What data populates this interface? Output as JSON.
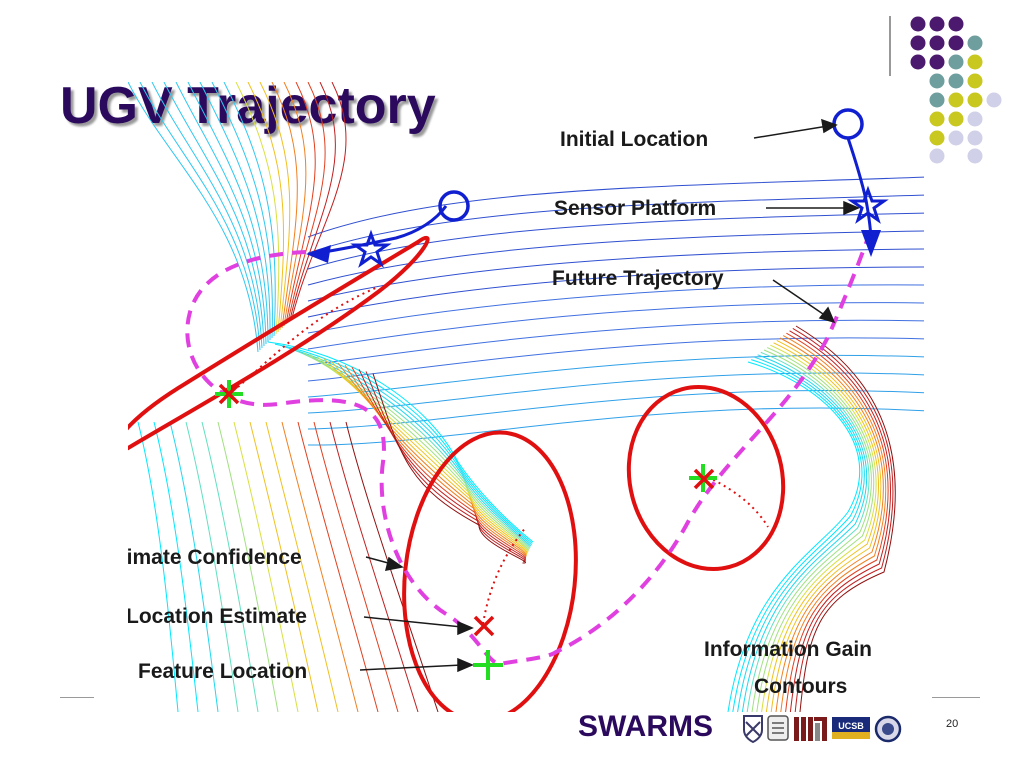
{
  "slide": {
    "title": "UGV Trajectory",
    "page_number": "20",
    "footer_brand": "SWARMS"
  },
  "annotations": {
    "initial_location": "Initial Location",
    "sensor_platform": "Sensor Platform",
    "future_trajectory": "Future Trajectory",
    "estimate_confidence": "Estimate Confidence",
    "location_estimate": "Location Estimate",
    "feature_location": "Feature Location",
    "info_gain_line1": "Information Gain",
    "info_gain_line2": "Contours"
  },
  "colors": {
    "title": "#2b0a5e",
    "trajectory_blue": "#1020d0",
    "confidence_red": "#e01010",
    "future_path_magenta": "#e040e0",
    "feature_green": "#22dd22",
    "dot_purple": "#4b1a6e",
    "dot_teal": "#6e9e9e",
    "dot_olive": "#c8c820",
    "dot_lavender": "#d0d0e8"
  },
  "logos": [
    "penn-crest-icon",
    "cornell-seal-icon",
    "mit-logo-icon",
    "ucsb-logo-icon",
    "navy-seal-icon"
  ]
}
